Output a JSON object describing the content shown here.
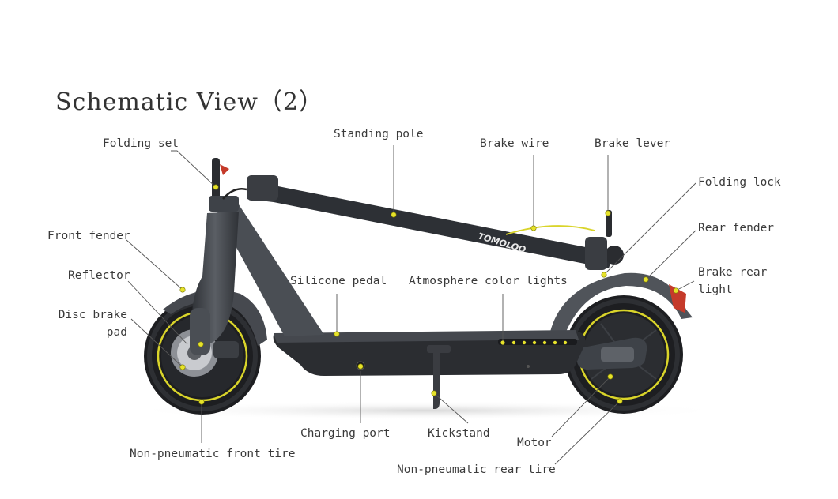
{
  "title": "Schematic View（2）",
  "brand": "TOMOLOO",
  "colors": {
    "accent": "#e6e22a",
    "frame": "#3e4248",
    "deck": "#2b2d31",
    "tire": "#1d1e21",
    "leader": "#555555"
  },
  "labels": {
    "folding_set": "Folding set",
    "standing_pole": "Standing pole",
    "brake_wire": "Brake wire",
    "brake_lever": "Brake lever",
    "folding_lock": "Folding lock",
    "front_fender": "Front fender",
    "rear_fender": "Rear fender",
    "reflector": "Reflector",
    "brake_rear_light_1": "Brake rear",
    "brake_rear_light_2": "light",
    "silicone_pedal": "Silicone pedal",
    "atmosphere_lights": "Atmosphere color lights",
    "disc_brake_pad_1": "Disc brake",
    "disc_brake_pad_2": "pad",
    "charging_port": "Charging port",
    "kickstand": "Kickstand",
    "motor": "Motor",
    "front_tire": "Non-pneumatic front tire",
    "rear_tire": "Non-pneumatic rear tire"
  }
}
